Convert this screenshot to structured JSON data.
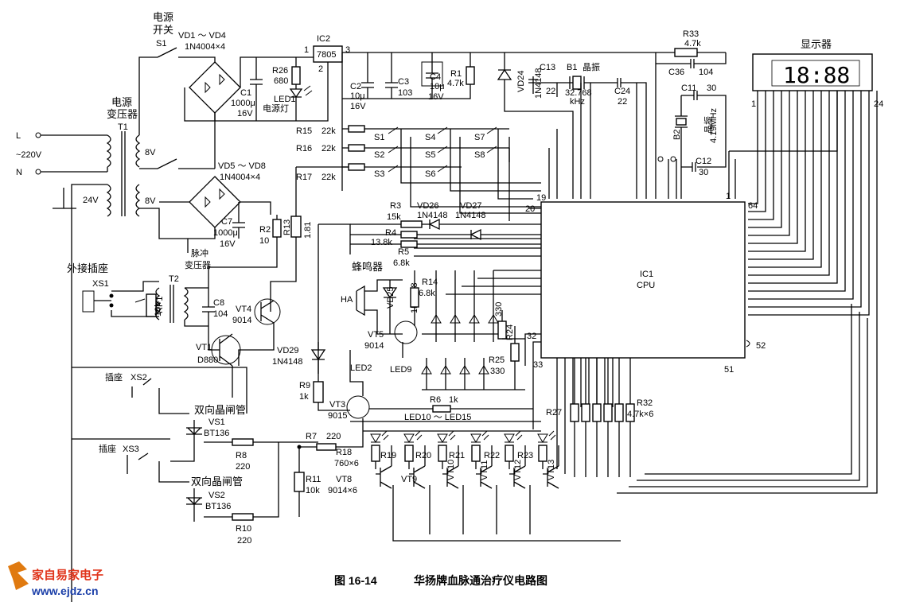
{
  "caption": {
    "figure_no": "图 16-14",
    "title": "华扬牌血脉通治疗仪电路图"
  },
  "watermark": {
    "brand": "家自易家电子",
    "url": "www.ejdz.cn"
  },
  "mains": {
    "L": "L",
    "voltage": "~220V",
    "N": "N",
    "v24": "24V"
  },
  "transformer_t1": {
    "name": "电源",
    "sub": "变压器",
    "ref": "T1",
    "v8a": "8V",
    "v8b": "8V"
  },
  "power_switch": {
    "name": "电源",
    "sub": "开关",
    "ref": "S1"
  },
  "bridge1": {
    "ref": "VD1 ～ VD4",
    "part": "1N4004×4"
  },
  "bridge2": {
    "ref": "VD5 ～ VD8",
    "part": "1N4004×4"
  },
  "c1": {
    "ref": "C1",
    "val": "1000μ",
    "volt": "16V"
  },
  "c7": {
    "ref": "C7",
    "val": "1000μ",
    "volt": "16V"
  },
  "ic2": {
    "ref": "IC2",
    "part": "7805",
    "p1": "1",
    "p2": "2",
    "p3": "3"
  },
  "r26": {
    "ref": "R26",
    "val": "680"
  },
  "led1": {
    "ref": "LED1",
    "name": "电源灯"
  },
  "c2": {
    "ref": "C2",
    "val": "10μ",
    "volt": "16V"
  },
  "c3": {
    "ref": "C3",
    "val": "103"
  },
  "c4": {
    "ref": "C4",
    "val": "10μ",
    "volt": "16V"
  },
  "r1": {
    "ref": "R1",
    "val": "4.7k"
  },
  "vd24": {
    "ref": "VD24",
    "part": "1N4148"
  },
  "c13": {
    "ref": "C13",
    "val": "22"
  },
  "b1": {
    "ref": "B1",
    "name": "晶振",
    "val": "32.768",
    "unit": "kHz"
  },
  "c24": {
    "ref": "C24",
    "val": "22"
  },
  "r33": {
    "ref": "R33",
    "val": "4.7k"
  },
  "c36": {
    "ref": "C36",
    "val": "104"
  },
  "c11": {
    "ref": "C11",
    "val": "30"
  },
  "b2": {
    "ref": "B2",
    "val": "4.19MHz",
    "name": "晶振"
  },
  "c12": {
    "ref": "C12",
    "val": "30"
  },
  "display": {
    "name": "显示器",
    "pin1": "1",
    "pin24": "24",
    "digits": "18:88"
  },
  "r15": {
    "ref": "R15",
    "val": "22k"
  },
  "r16": {
    "ref": "R16",
    "val": "22k"
  },
  "r17": {
    "ref": "R17",
    "val": "22k"
  },
  "switches": [
    "S1",
    "S2",
    "S3",
    "S4",
    "S5",
    "S6",
    "S7",
    "S8"
  ],
  "cpu": {
    "ref": "IC1",
    "name": "CPU",
    "p1": "1",
    "p19": "19",
    "p20": "20",
    "p32": "32",
    "p33": "33",
    "p51": "51",
    "p52": "52",
    "p64": "64"
  },
  "r3": {
    "ref": "R3",
    "val": "15k"
  },
  "vd26": {
    "ref": "VD26",
    "part": "1N4148"
  },
  "vd27": {
    "ref": "VD27",
    "part": "1N4148"
  },
  "r4": {
    "ref": "R4",
    "val": "13.8k"
  },
  "r5": {
    "ref": "R5",
    "val": "6.8k"
  },
  "r2": {
    "ref": "R2",
    "val": "10"
  },
  "r13": {
    "ref": "R13",
    "val": "1.81"
  },
  "pulse_t2": {
    "name": "脉冲",
    "sub": "变压器",
    "ref": "T2"
  },
  "xs1": {
    "name": "外接插座",
    "ref": "XS1"
  },
  "rp1": {
    "ref": "RP1",
    "val": "10k"
  },
  "c8": {
    "ref": "C8",
    "val": "104"
  },
  "vt4": {
    "ref": "VT4",
    "part": "9014"
  },
  "vt1": {
    "ref": "VT1",
    "part": "D880"
  },
  "buzzer": {
    "name": "蜂鸣器",
    "ref": "HA"
  },
  "vd25": {
    "ref": "VD25",
    "part": "1N4148"
  },
  "r14": {
    "ref": "R14",
    "val": "6.8k"
  },
  "vt5": {
    "ref": "VT5",
    "part": "9014"
  },
  "led9": {
    "ref": "LED9"
  },
  "r24": {
    "ref": "R24",
    "val": "330"
  },
  "r25": {
    "ref": "R25",
    "val": "330"
  },
  "led2": {
    "ref": "LED2"
  },
  "vd29": {
    "ref": "VD29",
    "part": "1N4148"
  },
  "r9": {
    "ref": "R9",
    "val": "1k"
  },
  "vt3": {
    "ref": "VT3",
    "part": "9015"
  },
  "r6": {
    "ref": "R6",
    "val": "1k"
  },
  "led10_15": {
    "ref": "LED10 ～ LED15"
  },
  "xs2": {
    "name": "插座",
    "ref": "XS2"
  },
  "xs3": {
    "name": "插座",
    "ref": "XS3"
  },
  "vs1": {
    "name": "双向晶闸管",
    "ref": "VS1",
    "part": "BT136"
  },
  "vs2": {
    "name": "双向晶闸管",
    "ref": "VS2",
    "part": "BT136"
  },
  "r8": {
    "ref": "R8",
    "val": "220"
  },
  "r10": {
    "ref": "R10",
    "val": "220"
  },
  "r7": {
    "ref": "R7",
    "val": "220"
  },
  "r11": {
    "ref": "R11",
    "val": "10k"
  },
  "r18": {
    "ref": "R18",
    "val": "760×6"
  },
  "r_row": [
    "R19",
    "R20",
    "R21",
    "R22",
    "R23"
  ],
  "vt8": {
    "ref": "VT8",
    "part": "9014×6"
  },
  "vt_row": [
    "VT9",
    "VT10",
    "VT11",
    "VT12",
    "VT13"
  ],
  "r27": {
    "ref": "R27"
  },
  "r32": {
    "ref": "R32",
    "val": "4.7k×6"
  }
}
